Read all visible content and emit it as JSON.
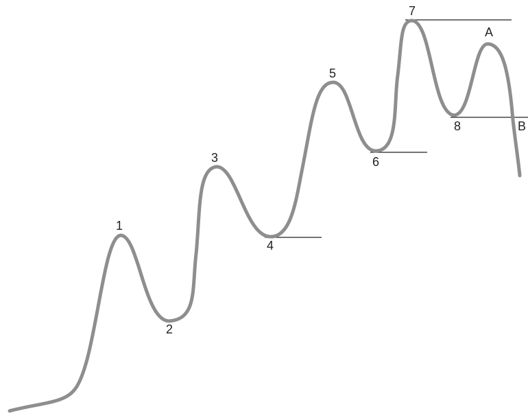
{
  "diagram": {
    "curve_color": "#8e8e8e",
    "line_color": "#222222",
    "points": [
      {
        "id": "1",
        "label": "1"
      },
      {
        "id": "2",
        "label": "2"
      },
      {
        "id": "3",
        "label": "3"
      },
      {
        "id": "4",
        "label": "4"
      },
      {
        "id": "5",
        "label": "5"
      },
      {
        "id": "6",
        "label": "6"
      },
      {
        "id": "7",
        "label": "7"
      },
      {
        "id": "8",
        "label": "8"
      },
      {
        "id": "A",
        "label": "A"
      },
      {
        "id": "B",
        "label": "B"
      }
    ]
  }
}
